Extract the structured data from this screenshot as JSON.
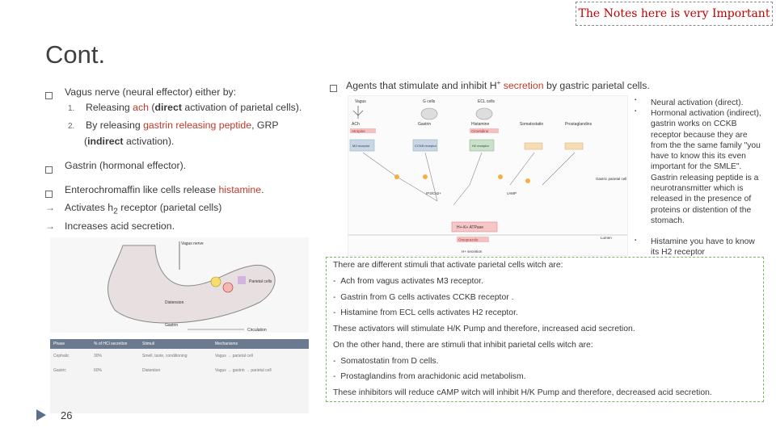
{
  "note": "The Notes here is very Important",
  "title": "Cont.",
  "left_list": {
    "item1": "Vagus nerve (neural effector) either by:",
    "sub1_num": "1.",
    "sub1_a": "Releasing ",
    "sub1_b": "ach",
    "sub1_c": " (",
    "sub1_d": "direct",
    "sub1_e": " activation of parietal cells).",
    "sub2_num": "2.",
    "sub2_a": "By releasing ",
    "sub2_b": "gastrin releasing peptide",
    "sub2_c": ", GRP",
    "sub2_line2_a": "(",
    "sub2_line2_b": "indirect",
    "sub2_line2_c": " activation).",
    "item2": "Gastrin (hormonal effector).",
    "item3_a": "Enterochromaffin like cells release ",
    "item3_b": "histamine",
    "item3_c": ".",
    "item4_a": "Activates h",
    "item4_sub": "2",
    "item4_b": " receptor (parietal cells)",
    "item5": "Increases acid secretion."
  },
  "right_header": {
    "a": "Agents that stimulate and inhibit H",
    "sup": "+",
    "b": " secretion",
    "c": " by gastric parietal cells."
  },
  "side_notes": [
    "Neural activation (direct).",
    "Hormonal activation (indirect), gastrin works on CCKB receptor because they are from the the same family \"you have to know this its even important for the SMLE\". Gastrin releasing peptide is a neurotransmitter which is released in the presence of proteins or distention of the stomach.",
    "Histamine you have to know its H2 receptor"
  ],
  "green_box": {
    "intro": "There are different stimuli that activate parietal cells witch are:",
    "s1": "Ach from vagus activates M3 receptor.",
    "s2": "Gastrin  from G cells activates CCKB receptor .",
    "s3": "Histamine from ECL cells activates H2 receptor.",
    "summary1": "These activators will stimulate H/K Pump and therefore, increased acid secretion.",
    "intro2": "On the other hand, there are stimuli that inhibit parietal cells witch are:",
    "i1": "Somatostatin from D cells.",
    "i2": "Prostaglandins from arachidonic acid metabolism.",
    "summary2": "These inhibitors will reduce cAMP witch will inhibit H/K Pump and therefore, decreased acid secretion."
  },
  "diagram_labels": {
    "vagus": "Vagus",
    "gcells": "G cells",
    "ecl": "ECL cells",
    "ach": "ACh",
    "gastrin": "Gastrin",
    "histamine": "Histamine",
    "somatostatin": "Somatostatin",
    "prostaglandin": "Prostaglandins",
    "atropine": "Atropine",
    "cimetidine": "Cimetidine",
    "m3": "M3 receptor",
    "cckb": "CCKB receptor",
    "h2": "H2 receptor",
    "pump": "H+-K+ ATPase",
    "omeprazole": "Omeprazole",
    "lumen": "Lumen",
    "h_secretion": "H+ secretion",
    "parietal": "Gastric parietal cell",
    "ip3": "IP3/Ca2+",
    "camp": "cAMP"
  },
  "anatomy_labels": {
    "vagus": "Vagus nerve",
    "parietal": "Parietal cells",
    "distension": "Distension",
    "circulation": "Circulation",
    "gastrin": "Gastrin"
  },
  "table": {
    "headers": [
      "Phase",
      "% of HCl secretion",
      "Stimuli",
      "Mechanisms"
    ],
    "rows": [
      [
        "Cephalic",
        "30%",
        "Smell, taste, conditioning",
        "Vagus → parietal cell"
      ],
      [
        "Gastric",
        "60%",
        "Distention",
        "Vagus → gastrin → parietal cell"
      ]
    ]
  },
  "page_number": "26"
}
